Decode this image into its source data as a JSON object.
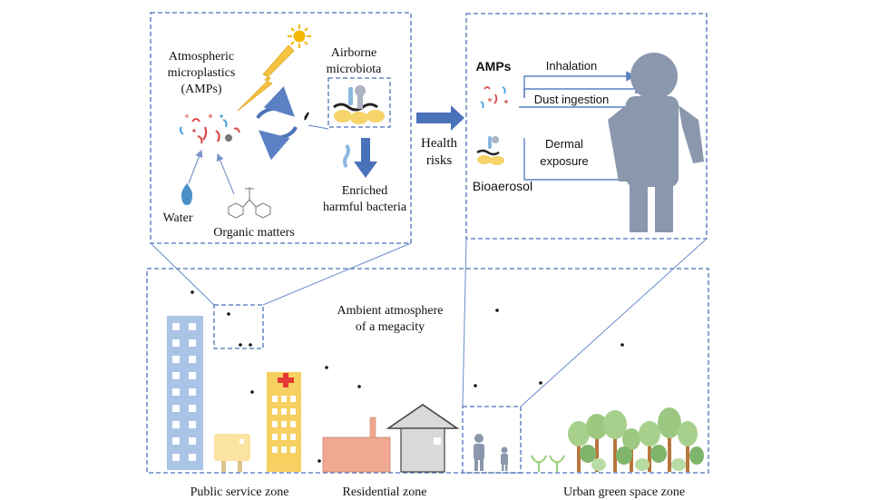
{
  "labels": {
    "amps_title_1": "Atmospheric",
    "amps_title_2": "microplastics",
    "amps_title_3": "(AMPs)",
    "airborne_1": "Airborne",
    "airborne_2": "microbiota",
    "enriched_1": "Enriched",
    "enriched_2": "harmful bacteria",
    "water": "Water",
    "organic": "Organic matters",
    "health_1": "Health",
    "health_2": "risks",
    "amps_short": "AMPs",
    "bioaerosol": "Bioaerosol",
    "inhalation": "Inhalation",
    "dust": "Dust ingestion",
    "dermal_1": "Dermal",
    "dermal_2": "exposure",
    "ambient_1": "Ambient atmosphere",
    "ambient_2": "of a megacity",
    "zone_public": "Public service zone",
    "zone_residential": "Residential zone",
    "zone_green": "Urban green space zone"
  },
  "colors": {
    "dashed_box": "#4a72b8",
    "arrow_blue": "#4a72b8",
    "lightning": "#f5c242",
    "sun": "#f2b705",
    "tall_building": "#a9c4e6",
    "hospital": "#f6d060",
    "small_building": "#fbe4a2",
    "factory": "#f0a890",
    "house": "#d9d9d9",
    "person": "#8a97ad",
    "tree_light": "#a8d08d",
    "tree_dark": "#7fb56a",
    "trunk": "#b8763d",
    "cross": "#e53935"
  },
  "icons": [
    "sun-icon",
    "lightning-icon",
    "cycle-arrows-icon",
    "water-drop-icon",
    "molecule-icon",
    "bacteria-icon",
    "human-silhouette-icon",
    "tree-icon",
    "building-icon",
    "hospital-icon",
    "factory-icon",
    "house-icon"
  ]
}
